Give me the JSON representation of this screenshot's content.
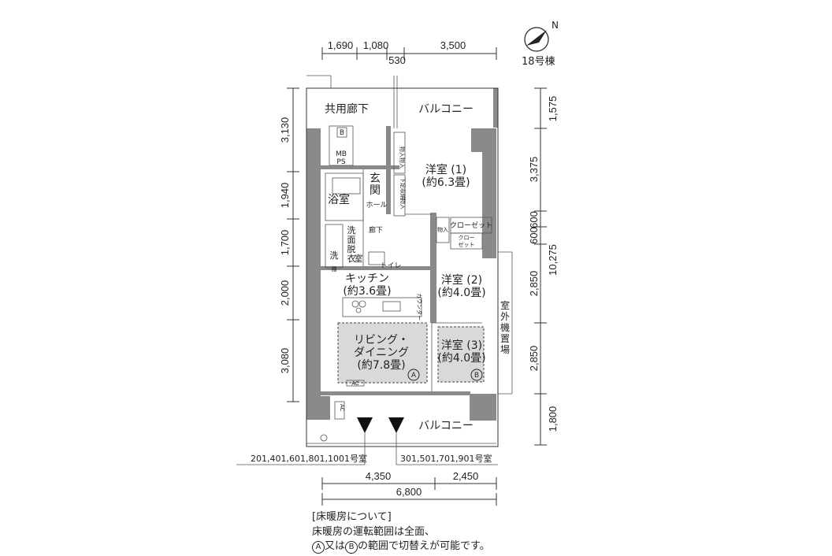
{
  "building": "18号棟",
  "compass_letter": "N",
  "dims_top": {
    "d1": "1,690",
    "d2": "1,080",
    "d3": "3,500",
    "d4": "530"
  },
  "dims_left": {
    "d1": "3,130",
    "d2": "1,940",
    "d3": "1,700",
    "d4": "2,000",
    "d5": "3,080"
  },
  "dims_right_inner": {
    "d1": "1,575",
    "d2": "3,375",
    "d3": "600",
    "d4": "2,850",
    "d5": "2,850",
    "d6": "1,800"
  },
  "dims_right_inner_pair": "600",
  "dims_right_outer": "10,275",
  "dims_bottom": {
    "d1": "4,350",
    "d2": "2,450",
    "total": "6,800"
  },
  "units_left": "201,401,601,801,1001号室",
  "units_right": "301,501,701,901号室",
  "rooms": {
    "corridor": "共用廊下",
    "balcony_top": "バルコニー",
    "balcony_bottom": "バルコニー",
    "mbps_line1": "MB",
    "mbps_line2": "PS",
    "b_box": "B",
    "entrance_1": "玄",
    "entrance_2": "関",
    "hall": "ホール",
    "bath": "浴室",
    "washroom_1": "洗",
    "washroom_2": "面",
    "washroom_3": "脱",
    "washroom_4": "衣",
    "washroom_5": "室",
    "wash": "洗",
    "shelf": "棚",
    "hallway": "廊下",
    "toilet": "トイレ",
    "storage": "物入",
    "shoe_storage": "下足収納",
    "closet1": "クローゼット",
    "closet2_1": "クロー",
    "closet2_2": "ゼット",
    "kitchen": "キッチン",
    "kitchen_size": "(約3.6畳)",
    "counter": "カウンター",
    "living_1": "リビング・",
    "living_2": "ダイニング",
    "living_size": "(約7.8畳)",
    "room1": "洋室 (1)",
    "room1_size": "(約6.3畳)",
    "room2": "洋室 (2)",
    "room2_size": "(約4.0畳)",
    "room3": "洋室 (3)",
    "room3_size": "(約4.0畳)",
    "outdoor_unit": [
      "室",
      "外",
      "機",
      "置",
      "場"
    ],
    "ac": "AC",
    "marker_a": "A",
    "marker_b": "B"
  },
  "note": {
    "heading": "[床暖房について]",
    "line1": "床暖房の運転範囲は全面、",
    "line2_pre": "又は",
    "line2_post": "の範囲で切替えが可能です。",
    "marker_a": "A",
    "marker_b": "B"
  },
  "colors": {
    "wall": "#8a8a8a",
    "heated_area": "#d9d9d9"
  }
}
